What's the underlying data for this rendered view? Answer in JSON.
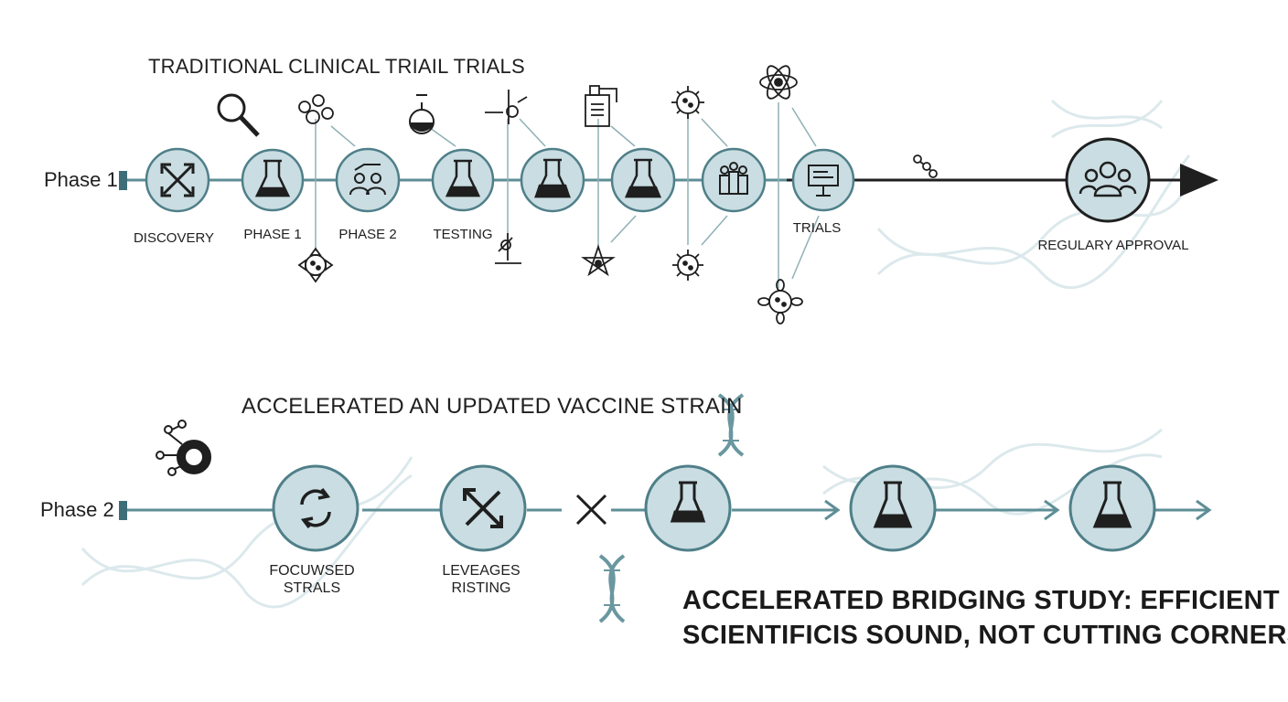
{
  "titles": {
    "top": "TRADITIONAL CLINICAL TRIAIL TRIALS",
    "bottom": "ACCELERATED AN UPDATED VACCINE STRAIN"
  },
  "phase_labels": {
    "phase1": "Phase 1",
    "phase2": "Phase 2"
  },
  "top_track": {
    "steps": [
      {
        "label": "DISCOVERY",
        "icon": "cross-arrows-icon"
      },
      {
        "label": "PHASE 1",
        "icon": "flask-icon"
      },
      {
        "label": "PHASE 2",
        "icon": "people-icon"
      },
      {
        "label": "TESTING",
        "icon": "flask-icon"
      },
      {
        "label": "",
        "icon": "flask-icon"
      },
      {
        "label": "",
        "icon": "flask-icon"
      },
      {
        "label": "",
        "icon": "people-group-icon"
      },
      {
        "label": "TRIALS",
        "icon": "presentation-board-icon"
      },
      {
        "label": "REGULARY APPROVAL",
        "icon": "group-icon"
      }
    ]
  },
  "bottom_track": {
    "steps": [
      {
        "label_line1": "FOCUWSED",
        "label_line2": "STRALS",
        "icon": "cycle-arrows-icon"
      },
      {
        "label_line1": "LEVEAGES",
        "label_line2": "RISTING",
        "icon": "cross-arrows-icon"
      },
      {
        "label_line1": "",
        "label_line2": "",
        "icon": "flask-icon"
      },
      {
        "label_line1": "",
        "label_line2": "",
        "icon": "flask-icon"
      },
      {
        "label_line1": "",
        "label_line2": "",
        "icon": "flask-icon"
      }
    ]
  },
  "conclusion": {
    "line1": "ACCELERATED BRIDGING STUDY: EFFICIENT &",
    "line2": "SCIENTIFICIS SOUND, NOT CUTTING CORNERS"
  },
  "colors": {
    "node_fill": "#c9dde2",
    "node_stroke": "#4f7f89",
    "track_teal": "#5e8e96",
    "dark": "#1f1f1f",
    "dna_faint": "#dce9ec",
    "dna_strong": "#6a97a0"
  }
}
